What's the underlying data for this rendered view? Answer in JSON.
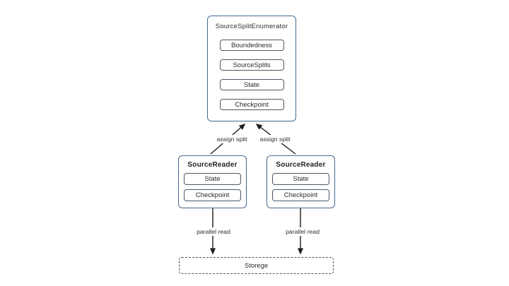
{
  "diagram": {
    "enumerator": {
      "title": "SourceSplitEnumerator",
      "items": [
        "Boundedness",
        "SourceSplits",
        "State",
        "Checkpoint"
      ]
    },
    "readers": [
      {
        "title": "SourceReader",
        "items": [
          "State",
          "Checkpoint"
        ]
      },
      {
        "title": "SourceReader",
        "items": [
          "State",
          "Checkpoint"
        ]
      }
    ],
    "edges": {
      "assign_left": "assign split",
      "assign_right": "assign split",
      "parallel_left": "parallel read",
      "parallel_right": "parallel read"
    },
    "storage": {
      "label": "Storege"
    },
    "colors": {
      "outer_border": "#44688f",
      "inner_border": "#4a5866",
      "dashed_border": "#555555",
      "arrow": "#1c1c1c",
      "text": "#2a2a2a",
      "background": "#ffffff"
    }
  }
}
